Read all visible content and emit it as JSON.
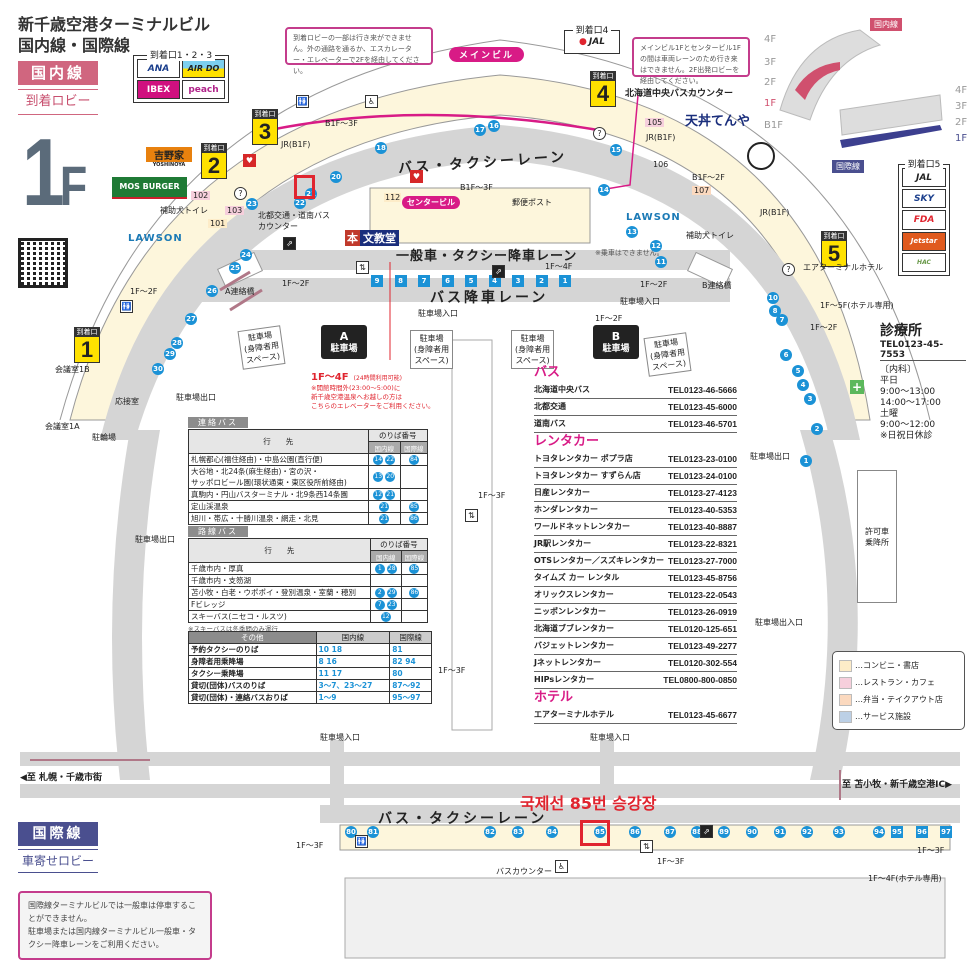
{
  "header": {
    "title_line1": "新千歳空港ターミナルビル",
    "title_line2": "国内線・国際線",
    "domestic_badge": "国内線",
    "domestic_sub": "到着ロビー",
    "floor": "1",
    "floor_suffix": "F"
  },
  "mini_map": {
    "domestic_label": "国内線",
    "international_label": "国際線",
    "domestic_floors": [
      "4F",
      "3F",
      "2F",
      "1F",
      "B1F"
    ],
    "international_floors": [
      "4F",
      "3F",
      "2F",
      "1F"
    ],
    "domestic_color": "#d0506e",
    "international_color": "#3c3f8f"
  },
  "notes": {
    "main_building": "到着ロビーの一部は行き来ができません。外の通路を通るか、エスカレーター・エレベーターで2Fを経由してください。",
    "center_building": "メインビル1Fとセンタービル1Fの間は車両レーンのため行き来はできません。2F出発ロビーを経由してください。",
    "main_building_pill": "メインビル",
    "center_building_pill": "センタービル"
  },
  "gates": [
    {
      "label": "到着口",
      "number": "1"
    },
    {
      "label": "到着口",
      "number": "2"
    },
    {
      "label": "到着口",
      "number": "3"
    },
    {
      "label": "到着口",
      "number": "4"
    },
    {
      "label": "到着口",
      "number": "5"
    }
  ],
  "airline_groups": {
    "gates_123": {
      "title": "到着口1・2・3",
      "airlines": [
        "ANA",
        "AIR DO",
        "IBEX",
        "peach"
      ]
    },
    "gate_4": {
      "title": "到着口4",
      "airlines": [
        "JAL"
      ]
    },
    "gate_5": {
      "title": "到着口5",
      "airlines": [
        "JAL",
        "SKY",
        "FDA",
        "Jetstar",
        "HAC"
      ]
    }
  },
  "shops": {
    "yoshinoya": "吉野家",
    "yoshinoya_sub": "YOSHINOYA",
    "mos": "MOS BURGER",
    "lawson": "LAWSON",
    "tenya": "天丼てんや",
    "bunkyodo_mark": "本",
    "bunkyodo": "文教堂"
  },
  "lanes": {
    "bus_taxi": "バス・タクシーレーン",
    "general": "一般車・タクシー降車レーン",
    "general_note": "※乗車はできません。",
    "bus_drop": "バス降車レーン",
    "intl_bus_taxi": "バス・タクシーレーン"
  },
  "map_labels": {
    "hokkaido_chuo_counter": "北海道中央バスカウンター",
    "hokuto_counter": "北都交通・道南バス\nカウンター",
    "jr_b1f": "JR(B1F)",
    "b1f_3f": "B1F〜3F",
    "b1f_2f": "B1F〜2F",
    "f1_2f": "1F〜2F",
    "f1_4f": "1F〜4F",
    "f1_3f": "1F〜3F",
    "f1_5f_hotel": "1F〜5F(ホテル専用)",
    "f1_4f_hotel": "1F〜4F(ホテル専用)",
    "assist_dog_toilet": "補助犬トイレ",
    "a_bridge": "A連絡橋",
    "b_bridge": "B連絡橋",
    "post_box": "郵便ポスト",
    "air_terminal_hotel": "エアターミナルホテル",
    "meeting_1b": "会議室1B",
    "meeting_1a": "会議室1A",
    "reception": "応接室",
    "bike_parking": "駐輪場",
    "parking_exit": "駐車場出口",
    "parking_entrance": "駐車場入口",
    "parking_in_out": "駐車場出入口",
    "permit_vehicle": "許可車\n乗降所",
    "parking_a_letter": "A",
    "parking_b_letter": "B",
    "parking": "駐車場",
    "disabled_space": "駐車場\n(身障者用\nスペース)",
    "elevator_24h_title": "1F〜4F",
    "elevator_24h_sub": "(24時間利用可能)",
    "elevator_24h_note": "※開館時間外(23:00〜5:00)に\n新千歳空港温泉へお越しの方は\nこちらのエレベーターをご利用ください。",
    "to_sapporo": "◀至 札幌・千歳市街",
    "to_tomakomai": "至 苫小牧・新千歳空港IC▶",
    "bus_counter": "バスカウンター",
    "shop_ids": [
      "101",
      "102",
      "103",
      "105",
      "106",
      "107",
      "112"
    ]
  },
  "stops": {
    "domestic_main": [
      "1",
      "2",
      "3",
      "4",
      "5",
      "6",
      "7",
      "8",
      "10",
      "11",
      "12",
      "13",
      "14",
      "15",
      "16",
      "17",
      "18",
      "20",
      "21",
      "22",
      "23",
      "24",
      "25",
      "26",
      "27",
      "28",
      "29",
      "30"
    ],
    "bus_drop": [
      "9",
      "8",
      "7",
      "6",
      "5",
      "4",
      "3",
      "2",
      "1"
    ],
    "international": [
      "80",
      "81",
      "82",
      "83",
      "84",
      "85",
      "86",
      "87",
      "88",
      "89",
      "90",
      "91",
      "92",
      "93",
      "94",
      "95",
      "96",
      "97"
    ],
    "highlighted_domestic": "21",
    "highlighted_international": "85"
  },
  "bus_tables": {
    "renraku": {
      "title": "連絡バス",
      "col_dest": "行　　先",
      "col_stop": "のりば番号",
      "col_dom": "国内線",
      "col_intl": "国際線",
      "rows": [
        {
          "dest": "札幌都心(福住経由)・中島公園(直行便)",
          "dom": [
            "14",
            "22"
          ],
          "intl": [
            "84"
          ]
        },
        {
          "dest": "大谷地・北24条(麻生経由)・宮の沢・\nサッポロビール園(環状通東・東区役所前経由)",
          "dom": [
            "13",
            "20"
          ],
          "intl": []
        },
        {
          "dest": "真駒内・円山バスターミナル・北9条西14条園",
          "dom": [
            "12",
            "21"
          ],
          "intl": []
        },
        {
          "dest": "定山渓温泉",
          "dom": [
            "21"
          ],
          "intl": [
            "85"
          ]
        },
        {
          "dest": "旭川・帯広・十勝川温泉・網走・北見",
          "dom": [
            "21"
          ],
          "intl": [
            "86"
          ]
        }
      ]
    },
    "rosen": {
      "title": "路線バス",
      "col_dest": "行　　先",
      "col_stop": "のりば番号",
      "col_dom": "国内線",
      "col_intl": "国際線",
      "rows": [
        {
          "dest": "千歳市内・厚真",
          "dom": [
            "1",
            "28"
          ],
          "intl": [
            "85"
          ]
        },
        {
          "dest": "千歳市内・支笏湖",
          "dom": [],
          "intl": []
        },
        {
          "dest": "苫小牧・白老・ウポポイ・登別温泉・室蘭・穂別",
          "dom": [
            "2",
            "29"
          ],
          "intl": [
            "86"
          ]
        },
        {
          "dest": "Fビレッジ",
          "dom": [
            "7",
            "23"
          ],
          "intl": []
        },
        {
          "dest": "スキーバス(ニセコ・ルスツ)",
          "dom": [
            "12"
          ],
          "intl": []
        }
      ],
      "footnote": "※スキーバスは冬季間のみ運行"
    },
    "other": {
      "title": "その他",
      "col_dom": "国内線",
      "col_intl": "国際線",
      "rows": [
        {
          "dest": "予約タクシーのりば",
          "dom": "10 18",
          "intl": "81"
        },
        {
          "dest": "身障者用乗降場",
          "dom": "8 16",
          "intl": "82 94"
        },
        {
          "dest": "タクシー乗降場",
          "dom": "11 17",
          "intl": "80"
        },
        {
          "dest": "貸切(団体)バスのりば",
          "dom": "3〜7、23〜27",
          "intl": "87〜92"
        },
        {
          "dest": "貸切(団体)・連絡バスおりば",
          "dom": "1〜9",
          "intl": "95〜97"
        }
      ]
    }
  },
  "directory": {
    "bus": {
      "title": "バス",
      "rows": [
        {
          "name": "北海道中央バス",
          "tel": "TEL0123-46-5666"
        },
        {
          "name": "北都交通",
          "tel": "TEL0123-45-6000"
        },
        {
          "name": "道南バス",
          "tel": "TEL0123-46-5701"
        }
      ]
    },
    "rental": {
      "title": "レンタカー",
      "rows": [
        {
          "name": "トヨタレンタカー ポプラ店",
          "tel": "TEL0123-23-0100"
        },
        {
          "name": "トヨタレンタカー すずらん店",
          "tel": "TEL0123-24-0100"
        },
        {
          "name": "日産レンタカー",
          "tel": "TEL0123-27-4123"
        },
        {
          "name": "ホンダレンタカー",
          "tel": "TEL0123-40-5353"
        },
        {
          "name": "ワールドネットレンタカー",
          "tel": "TEL0123-40-8887"
        },
        {
          "name": "JR駅レンタカー",
          "tel": "TEL0123-22-8321"
        },
        {
          "name": "OTSレンタカー／スズキレンタカー",
          "tel": "TEL0123-27-7000"
        },
        {
          "name": "タイムズ カー レンタル",
          "tel": "TEL0123-45-8756"
        },
        {
          "name": "オリックスレンタカー",
          "tel": "TEL0123-22-0543"
        },
        {
          "name": "ニッポンレンタカー",
          "tel": "TEL0123-26-0919"
        },
        {
          "name": "北海道ブブレンタカー",
          "tel": "TEL0120-125-651"
        },
        {
          "name": "バジェットレンタカー",
          "tel": "TEL0123-49-2277"
        },
        {
          "name": "Jネットレンタカー",
          "tel": "TEL0120-302-554"
        },
        {
          "name": "HIPsレンタカー",
          "tel": "TEL0800-800-0850"
        }
      ]
    },
    "hotel": {
      "title": "ホテル",
      "rows": [
        {
          "name": "エアターミナルホテル",
          "tel": "TEL0123-45-6677"
        }
      ]
    }
  },
  "clinic": {
    "title": "診療所",
    "tel": "TEL0123-45-7553",
    "dept": "〔内科〕",
    "weekday_label": "平日",
    "weekday_am": "9:00〜13:00",
    "weekday_pm": "14:00〜17:00",
    "saturday_label": "土曜",
    "saturday_hours": "9:00〜12:00",
    "holiday_note": "※日祝日休診"
  },
  "legend": {
    "items": [
      {
        "label": "…コンビニ・書店",
        "color": "#fdecc8"
      },
      {
        "label": "…レストラン・カフェ",
        "color": "#f6cfdc"
      },
      {
        "label": "…弁当・テイクアウト店",
        "color": "#fbd9bf"
      },
      {
        "label": "…サービス施設",
        "color": "#bcd0e6"
      }
    ]
  },
  "international": {
    "badge": "国際線",
    "sub": "車寄せロビー",
    "note": "国際線ターミナルビルでは一般車は停車することができません。\n駐車場または国内線ターミナルビル一般車・タクシー降車レーンをご利用ください。",
    "annotation": "국제선 85번 승강장"
  },
  "colors": {
    "stop_blue": "#1b92d6",
    "road_gray": "#d5d5d5",
    "domestic_pink": "#d0667f",
    "international_navy": "#4a4f8f",
    "accent_magenta": "#d81b86",
    "highlight_red": "#e0252f",
    "gate_yellow": "#ffe100",
    "terminal_cream": "#fdf6dc"
  }
}
